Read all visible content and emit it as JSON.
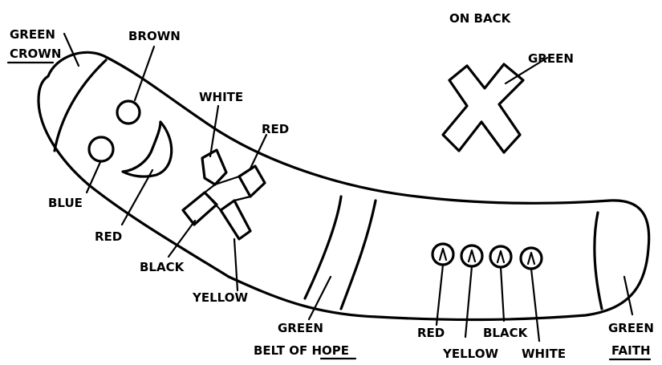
{
  "labels": {
    "green_crown_1": "GREEN",
    "green_crown_2": "CROWN",
    "brown": "BROWN",
    "white_cross": "WHITE",
    "red_cross": "RED",
    "blue": "BLUE",
    "red_mouth": "RED",
    "black_cross": "BLACK",
    "yellow_cross": "YELLOW",
    "on_back": "ON BACK",
    "green_back": "GREEN",
    "belt_green": "GREEN",
    "belt_of": "BELT OF ",
    "belt_hope": "HOPE",
    "button_red": "RED",
    "button_yellow": "YELLOW",
    "button_black": "BLACK",
    "button_white": "WHITE",
    "faith_green": "GREEN",
    "faith": "FAITH"
  }
}
